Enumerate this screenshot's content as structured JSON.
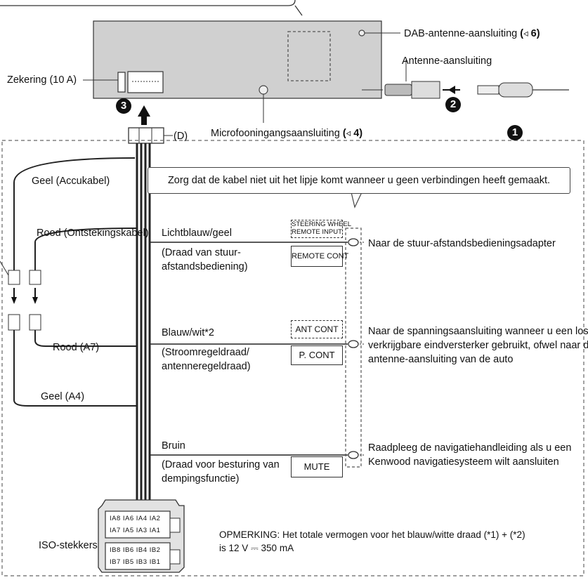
{
  "labels": {
    "dab": "DAB-antenne-aansluiting",
    "dab_ref": "(◃ 6)",
    "antenna": "Antenne-aansluiting",
    "fuse": "Zekering (10 A)",
    "mic": "Microfooningangsaansluiting",
    "mic_ref": "(◃ 4)",
    "d": "(D)",
    "callout": "Zorg dat de kabel niet uit het lipje komt wanneer u geen verbindingen heeft gemaakt.",
    "geel_accu": "Geel (Accukabel)",
    "rood_ontst": "Rood (Ontstekingskabel)",
    "rood_a7": "Rood (A7)",
    "geel_a4": "Geel (A4)",
    "lichtblauw": "Lichtblauw/geel",
    "lichtblauw_desc1": "(Draad van stuur-",
    "lichtblauw_desc2": "afstandsbediening)",
    "blauw_wit": "Blauw/wit*2",
    "blauw_wit_desc1": "(Stroomregeldraad/",
    "blauw_wit_desc2": "antenneregeldraad)",
    "bruin": "Bruin",
    "bruin_desc1": "(Draad voor besturing van",
    "bruin_desc2": "dempingsfunctie)",
    "steering1": "STEERING WHEEL",
    "steering2": "REMOTE INPUT",
    "remote_cont": "REMOTE CONT",
    "ant_cont": "ANT CONT",
    "p_cont": "P. CONT",
    "mute": "MUTE",
    "naar_stuur": "Naar de stuur-afstandsbedieningsadapter",
    "naar_spanning1": "Naar de spanningsaansluiting wanneer u een los",
    "naar_spanning2": "verkrijgbare eindversterker gebruikt, ofwel naar de",
    "naar_spanning3": "antenne-aansluiting van de auto",
    "raadpleeg1": "Raadpleeg de navigatiehandleiding als u een",
    "raadpleeg2": "Kenwood navigatiesysteem wilt aansluiten",
    "iso": "ISO-stekkers",
    "iso_a_top": "IA8 IA6 IA4 IA2",
    "iso_a_bot": "IA7 IA5 IA3 IA1",
    "iso_b_top": "IB8 IB6 IB4 IB2",
    "iso_b_bot": "IB7 IB5 IB3 IB1",
    "opmerking1": "OPMERKING: Het totale vermogen voor het blauw/witte draad (*1) + (*2)",
    "opmerking2": "is 12 V ⎓ 350 mA",
    "n1": "1",
    "n2": "2",
    "n3": "3"
  },
  "colors": {
    "line": "#222222",
    "dash": "#555555",
    "unit": "#c9c9c9"
  }
}
